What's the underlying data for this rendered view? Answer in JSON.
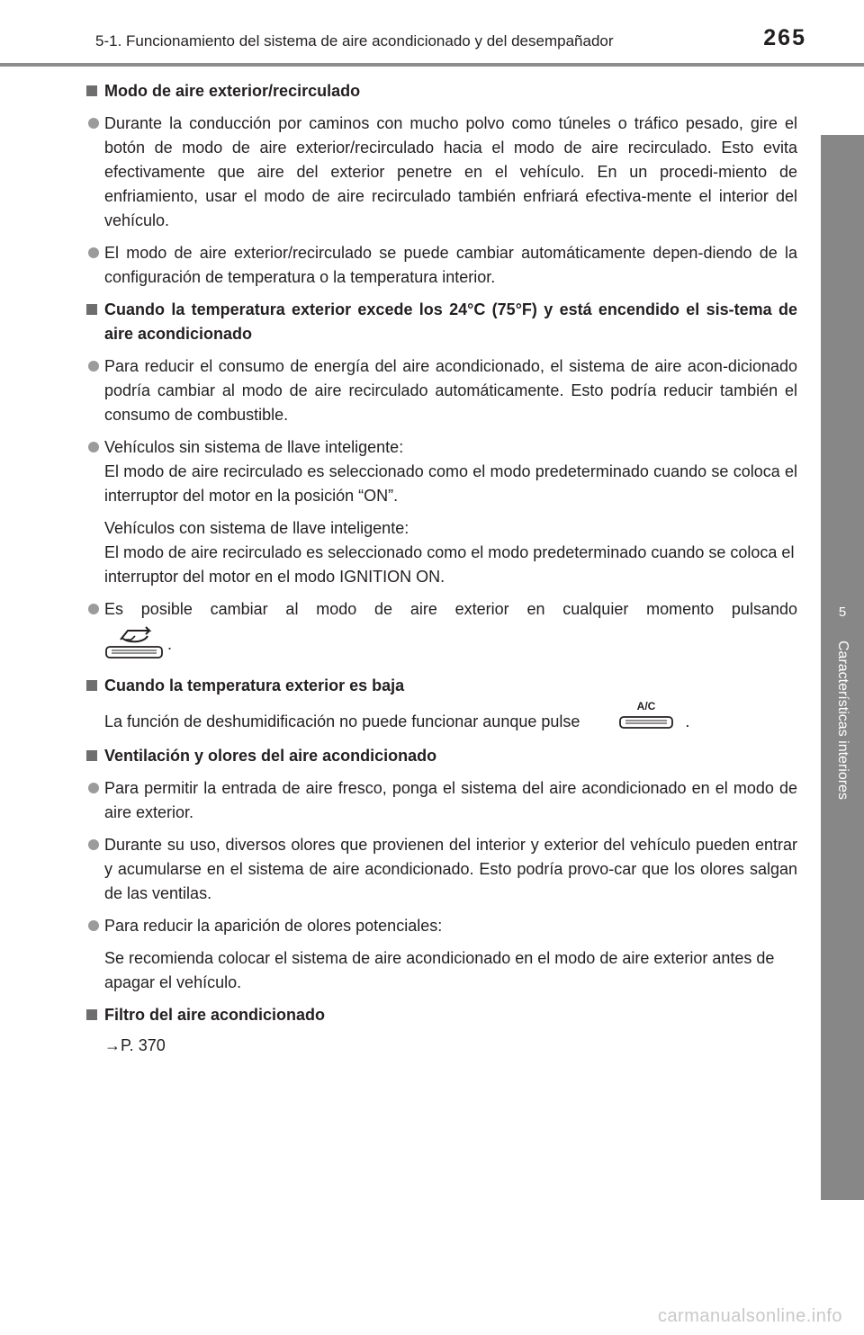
{
  "header": {
    "title": "5-1. Funcionamiento del sistema de aire acondicionado y del desempañador",
    "page_number": "265"
  },
  "side_tab": {
    "number": "5",
    "label": "Características interiores"
  },
  "sections": {
    "s1": {
      "title": "Modo de aire exterior/recirculado",
      "b1": "Durante la conducción por caminos con mucho polvo como túneles o tráfico pesado, gire el botón de modo de aire exterior/recirculado hacia el modo de aire recirculado. Esto evita efectivamente que aire del exterior penetre en el vehículo. En un procedi-miento de enfriamiento, usar el modo de aire recirculado también enfriará efectiva-mente el interior del vehículo.",
      "b2": "El modo de aire exterior/recirculado se puede cambiar automáticamente depen-diendo de la configuración de temperatura o la temperatura interior."
    },
    "s2": {
      "title": "Cuando la temperatura exterior excede los 24°C (75°F) y está encendido el sis-tema de aire acondicionado",
      "b1": "Para reducir el consumo de energía del aire acondicionado, el sistema de aire acon-dicionado podría cambiar al modo de aire recirculado automáticamente. Esto podría reducir también el consumo de combustible.",
      "b2_line1": "Vehículos sin sistema de llave inteligente:",
      "b2_line2": "El modo de aire recirculado es seleccionado como el modo predeterminado cuando se coloca el interruptor del motor en la posición “ON”.",
      "p_line1": "Vehículos con sistema de llave inteligente:",
      "p_line2": "El modo de aire recirculado es seleccionado como el modo predeterminado cuando se coloca el interruptor del motor en el modo IGNITION ON.",
      "b3": "Es posible cambiar al modo de aire exterior en cualquier momento pulsando",
      "b3_end": "."
    },
    "s3": {
      "title": "Cuando la temperatura exterior es baja",
      "text": "La función de deshumidificación no puede funcionar aunque pulse",
      "text_end": ".",
      "button_label": "A/C"
    },
    "s4": {
      "title": "Ventilación y olores del aire acondicionado",
      "b1": "Para permitir la entrada de aire fresco, ponga el sistema del aire acondicionado en el modo de aire exterior.",
      "b2": "Durante su uso, diversos olores que provienen del interior y exterior del vehículo pueden entrar y acumularse en el sistema de aire acondicionado. Esto podría provo-car que los olores salgan de las ventilas.",
      "b3": "Para reducir la aparición de olores potenciales:",
      "p": "Se recomienda colocar el sistema de aire acondicionado en el modo de aire exterior antes de apagar el vehículo."
    },
    "s5": {
      "title": "Filtro del aire acondicionado",
      "ref": "→P. 370"
    }
  },
  "watermark": "carmanualsonline.info",
  "icons": {
    "recirculate_button": "recirculate-air-button-icon",
    "ac_button": "ac-button-icon"
  }
}
